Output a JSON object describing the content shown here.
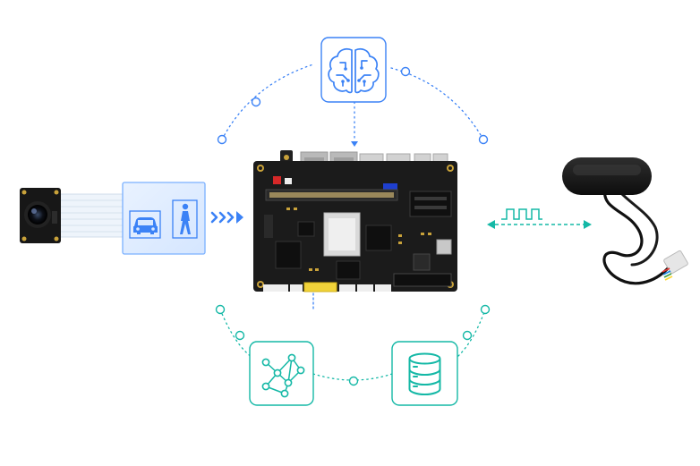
{
  "diagram": {
    "nodes": [
      {
        "id": "ai-brain",
        "icon": "brain-circuit-icon",
        "color": "#3b82f6"
      },
      {
        "id": "neural-network",
        "icon": "network-graph-icon",
        "color": "#14b8a6"
      },
      {
        "id": "database",
        "icon": "database-icon",
        "color": "#14b8a6"
      },
      {
        "id": "camera-module",
        "icon": "camera-icon"
      },
      {
        "id": "object-detection",
        "icon": "vehicle-pedestrian-detection-icon",
        "color": "#3b82f6"
      },
      {
        "id": "dev-board",
        "icon": "board-icon"
      },
      {
        "id": "lidar-sensor",
        "icon": "lidar-sensor-icon"
      }
    ],
    "links": [
      {
        "from": "camera-module",
        "to": "dev-board",
        "style": "chevrons",
        "color": "#3b82f6"
      },
      {
        "from": "dev-board",
        "to": "lidar-sensor",
        "style": "dashed-bidirectional",
        "color": "#14b8a6"
      },
      {
        "from": "ai-brain",
        "to": "dev-board",
        "style": "dotted",
        "color": "#3b82f6"
      }
    ],
    "colors": {
      "blue": "#3b82f6",
      "teal": "#14b8a6",
      "board": "#1b1b1b"
    }
  }
}
